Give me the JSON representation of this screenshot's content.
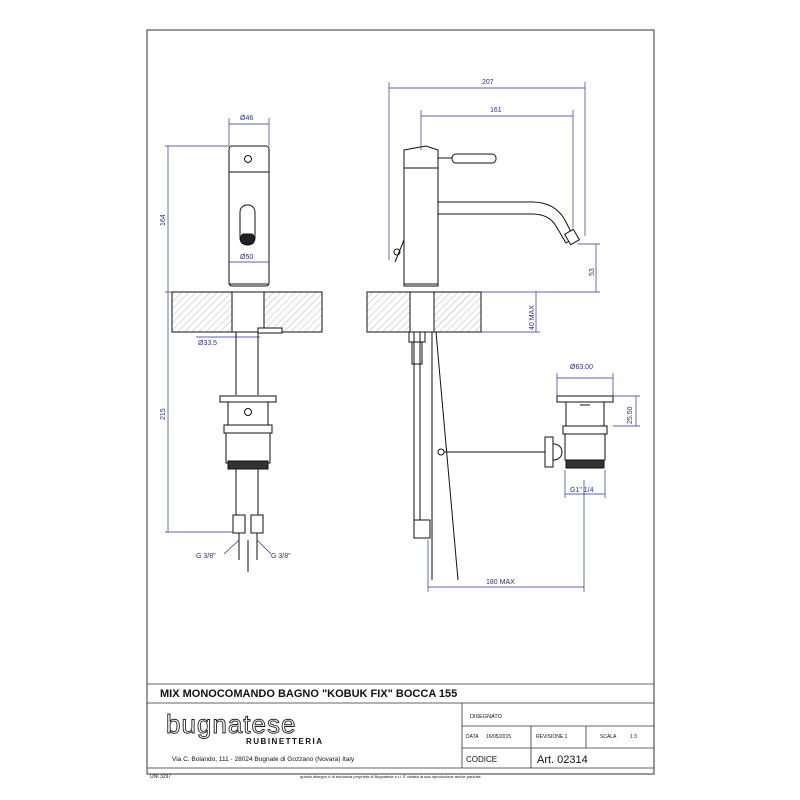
{
  "drawing": {
    "title": "MIX MONOCOMANDO BAGNO \"KOBUK FIX\" BOCCA 155",
    "brand": "bugnatese",
    "brand_sub": "RUBINETTERIA",
    "address": "Via C. Bolando, 111 - 28024 Bugnate di Gozzano (Novara) Italy",
    "disegnato_label": "DISEGNATO",
    "data_label": "DATA",
    "data_value": "16/05/2015",
    "revisione_label": "REVISIONE 1",
    "scala_label": "SCALA",
    "scala_value": "1:3",
    "codice_label": "CODICE",
    "codice_value": "Art. 02314",
    "norm": "UNI 3297",
    "legal_text": "questo disegno è di esclusiva proprietà di Bugnatese s.r.l. È vietata la sua riproduzione anche parziale"
  },
  "dimensions": {
    "d_top": "Ø46",
    "d_body": "Ø50",
    "d_hole": "Ø33.5",
    "h_body": "164",
    "h_total": "215",
    "g_left": "G 3/8\"",
    "g_right": "G 3/8\"",
    "w_total": "207",
    "w_spout": "161",
    "h_spout": "53",
    "thick": "40 MAX",
    "d_waste": "Ø63.00",
    "h_waste": "25.50",
    "g_waste": "G1\" 1/4",
    "rod": "180 MAX"
  },
  "colors": {
    "line": "#111111",
    "dimension": "#2a2e9a",
    "hatch": "#9a9a9a"
  }
}
